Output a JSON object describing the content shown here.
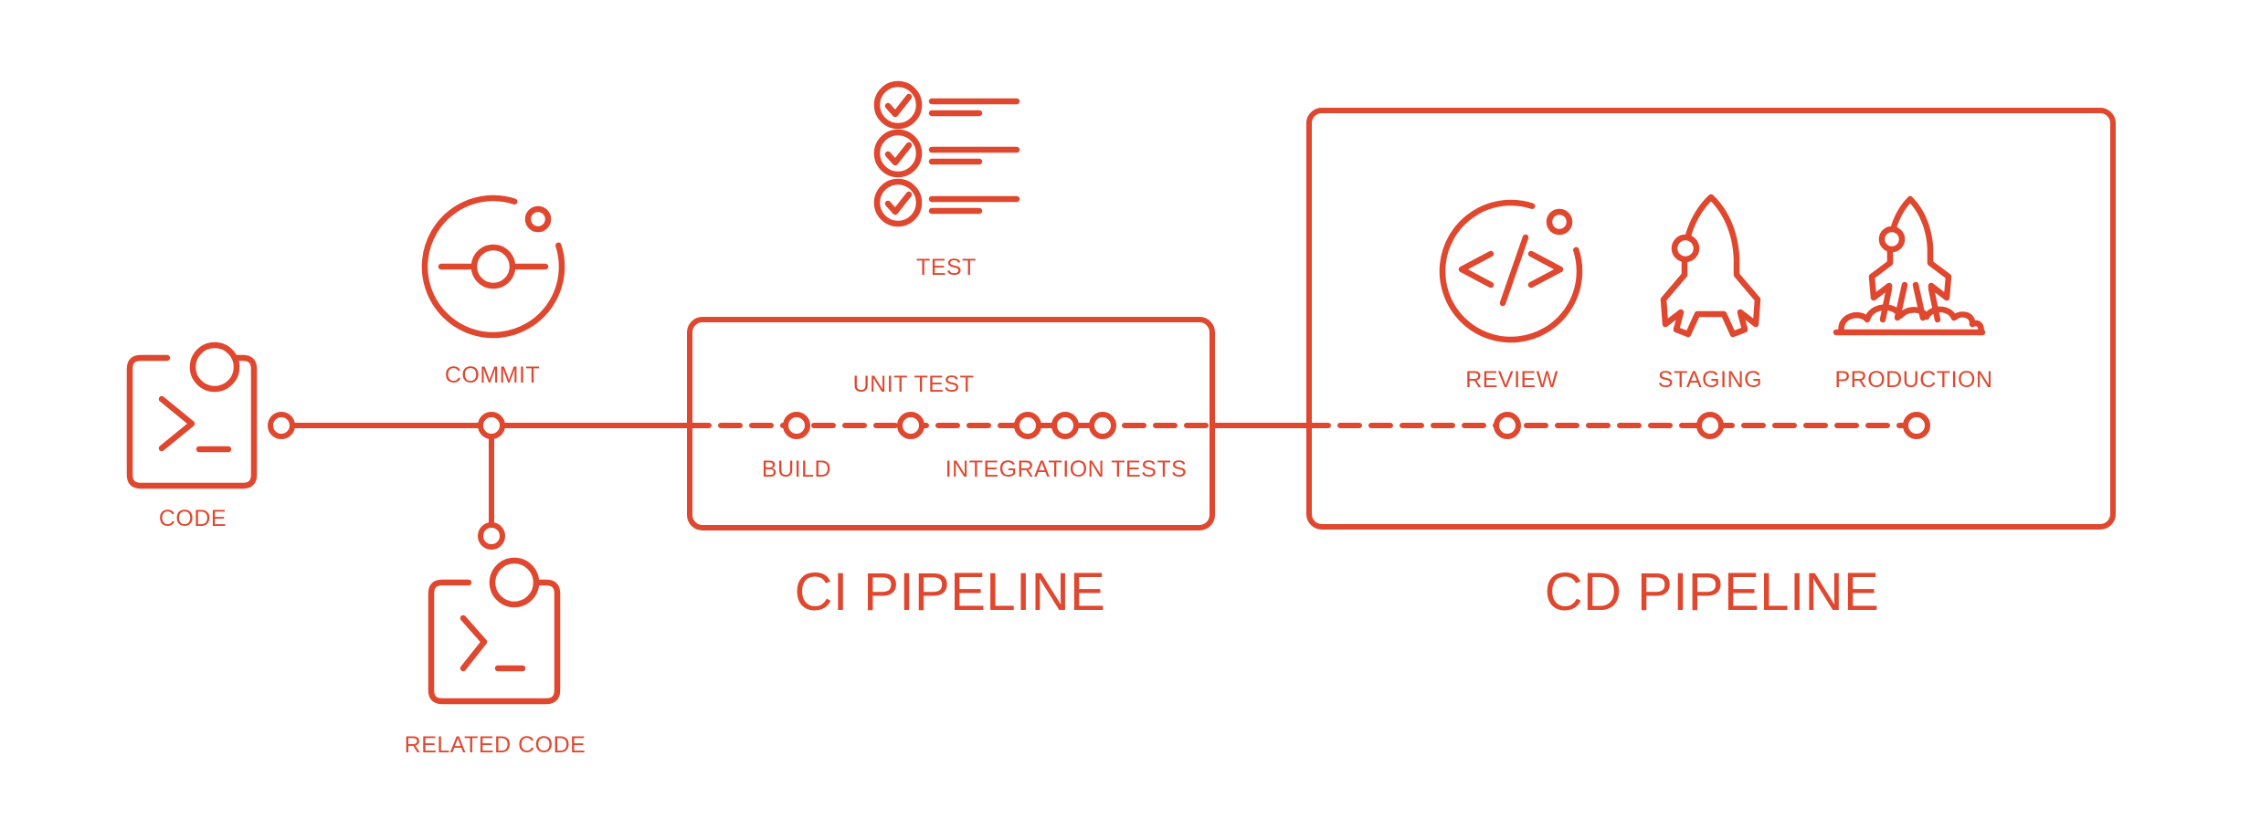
{
  "diagram": {
    "accent_color": "#e0472f",
    "background_color": "#ffffff",
    "stages": {
      "code": "CODE",
      "commit": "COMMIT",
      "related_code": "RELATED CODE",
      "test": "TEST",
      "build": "BUILD",
      "unit_test": "UNIT TEST",
      "integration_tests": "INTEGRATION TESTS",
      "review": "REVIEW",
      "staging": "STAGING",
      "production": "PRODUCTION"
    },
    "sections": {
      "ci_title": "CI PIPELINE",
      "cd_title": "CD PIPELINE"
    },
    "icons": {
      "code": "terminal-icon",
      "commit": "git-commit-icon",
      "related_code": "terminal-icon",
      "test": "checklist-icon",
      "review": "code-review-icon",
      "staging": "rocket-icon",
      "production": "rocket-launch-icon"
    }
  }
}
